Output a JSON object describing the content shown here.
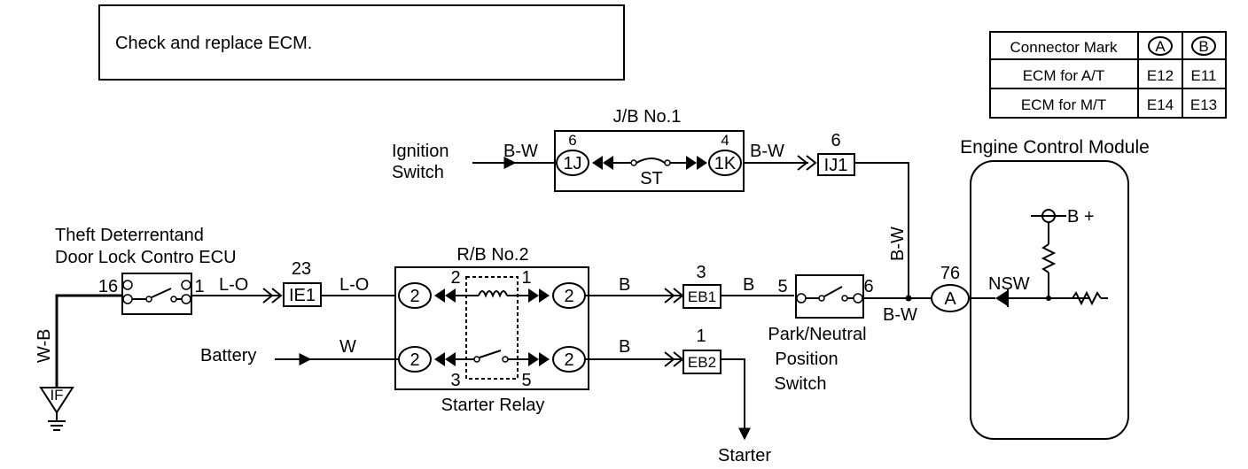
{
  "note": {
    "text": "Check and replace ECM."
  },
  "connector_table": {
    "header": [
      "Connector Mark",
      "A",
      "B"
    ],
    "rows": [
      [
        "ECM for A/T",
        "E12",
        "E11"
      ],
      [
        "ECM for M/T",
        "E14",
        "E13"
      ]
    ]
  },
  "components": {
    "ignition_switch": [
      "Ignition",
      "Switch"
    ],
    "jb": "J/B No.1",
    "fuse_st": "ST",
    "rb": "R/B No.2",
    "starter_relay": "Starter Relay",
    "theft_ecu": [
      "Theft Deterrentand",
      "Door Lock Contro ECU"
    ],
    "battery": "Battery",
    "starter": "Starter",
    "pn_switch": [
      "Park/Neutral",
      "Position",
      "Switch"
    ],
    "ecm": "Engine Control Module",
    "b_plus": "B +",
    "nsw": "NSW",
    "ground": "IF"
  },
  "connectors": {
    "jb_in": "1J",
    "jb_in_pin": "6",
    "jb_out": "1K",
    "jb_out_pin": "4",
    "ij1": "IJ1",
    "ij1_pin": "6",
    "ie1": "IE1",
    "ie1_pin": "23",
    "eb1": "EB1",
    "eb1_pin": "3",
    "eb2": "EB2",
    "eb2_pin": "1",
    "rb_pin": "2",
    "relay_terms": [
      "2",
      "1",
      "3",
      "5"
    ],
    "ecu_pins": [
      "16",
      "1"
    ],
    "pns_pins": [
      "5",
      "6"
    ],
    "ecm_conn": "A",
    "ecm_pin": "76"
  },
  "wires": {
    "bw_ign": "B-W",
    "bw_jb": "B-W",
    "bw_vert": "B-W",
    "bw_pns": "B-W",
    "lo_1": "L-O",
    "lo_2": "L-O",
    "w_bat": "W",
    "wb": "W-B",
    "b_relay": "B",
    "b_eb1": "B",
    "b_relay2": "B"
  }
}
